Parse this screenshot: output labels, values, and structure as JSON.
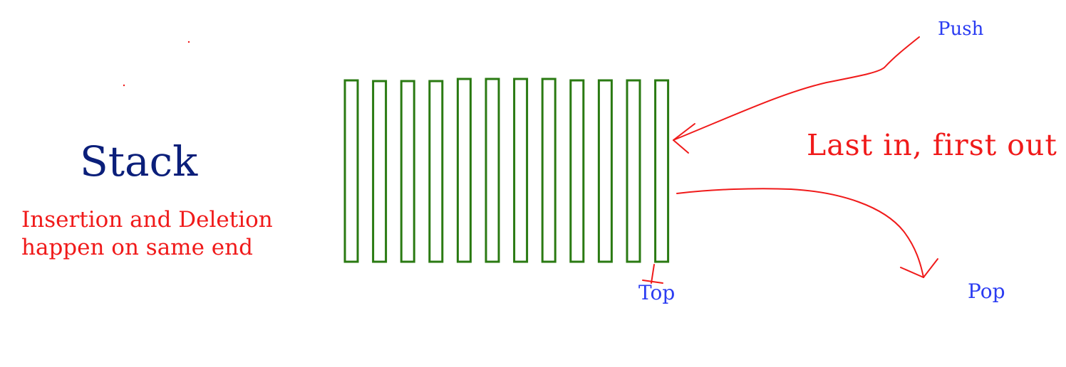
{
  "diagram": {
    "title": "Stack",
    "description_lines": [
      "Insertion and Deletion",
      "happen on same end"
    ],
    "push_label": "Push",
    "pop_label": "Pop",
    "top_label": "Top",
    "principle": "Last in, first out",
    "stack_cell_count": 12
  },
  "colors": {
    "title": "#0b1f7a",
    "description": "#f01a1a",
    "labels": "#2b3cf2",
    "arrows": "#f01a1a",
    "stack_cells": "#2a7a12"
  },
  "icons": {
    "push_arrow": "push-arrow-icon",
    "pop_arrow": "pop-arrow-icon",
    "top_pointer": "top-pointer-icon"
  }
}
